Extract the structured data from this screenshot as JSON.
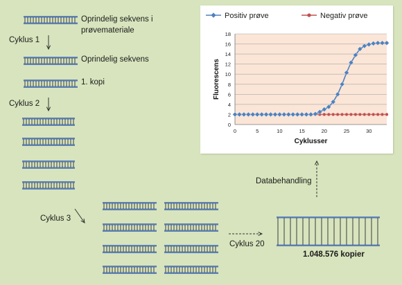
{
  "labels": {
    "original_line1": "Oprindelig sekvens i",
    "original_line2": "prøvemateriale",
    "cycle1": "Cyklus 1",
    "original2": "Oprindelig sekvens",
    "copy1": "1. kopi",
    "cycle2": "Cyklus 2",
    "cycle3": "Cyklus 3",
    "cycle20": "Cyklus 20",
    "copies": "1.048.576 kopier",
    "data_processing": "Databehandling"
  },
  "colors": {
    "background": "#d7e4bd",
    "dna_strand": "#5b7fb5",
    "positive": "#4f81bd",
    "negative": "#c0504d",
    "plot_bg": "#fbe5d6"
  },
  "chart_data": {
    "type": "line",
    "title": "",
    "xlabel": "Cyklusser",
    "ylabel": "Fluorescens",
    "xlim": [
      0,
      34
    ],
    "ylim": [
      0,
      18
    ],
    "x_ticks": [
      0,
      5,
      10,
      15,
      20,
      25,
      30
    ],
    "y_ticks": [
      0,
      2,
      4,
      6,
      8,
      10,
      12,
      14,
      16,
      18
    ],
    "grid": true,
    "legend_position": "top",
    "x": [
      0,
      1,
      2,
      3,
      4,
      5,
      6,
      7,
      8,
      9,
      10,
      11,
      12,
      13,
      14,
      15,
      16,
      17,
      18,
      19,
      20,
      21,
      22,
      23,
      24,
      25,
      26,
      27,
      28,
      29,
      30,
      31,
      32,
      33,
      34
    ],
    "series": [
      {
        "name": "Positiv prøve",
        "color": "#4f81bd",
        "marker": "diamond",
        "values": [
          2,
          2,
          2,
          2,
          2,
          2,
          2,
          2,
          2,
          2,
          2,
          2,
          2,
          2,
          2,
          2,
          2,
          2,
          2.1,
          2.5,
          3.0,
          3.5,
          4.5,
          6.0,
          8.0,
          10.3,
          12.3,
          13.8,
          15.0,
          15.6,
          15.9,
          16.1,
          16.2,
          16.2,
          16.2
        ]
      },
      {
        "name": "Negativ prøve",
        "color": "#c0504d",
        "marker": "circle",
        "values": [
          2,
          2,
          2,
          2,
          2,
          2,
          2,
          2,
          2,
          2,
          2,
          2,
          2,
          2,
          2,
          2,
          2,
          2,
          2,
          2,
          2,
          2,
          2,
          2,
          2,
          2,
          2,
          2,
          2,
          2,
          2,
          2,
          2,
          2,
          2
        ]
      }
    ]
  }
}
